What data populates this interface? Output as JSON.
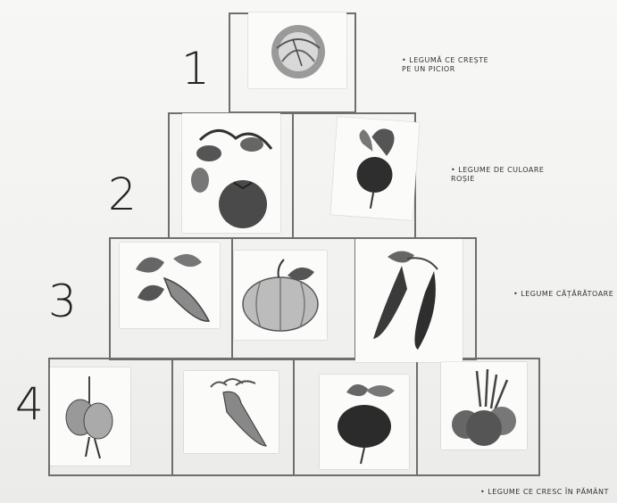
{
  "rows": [
    {
      "number": "1",
      "caption": "• LEGUMĂ CE CREȘTE\nPE UN PICIOR",
      "vegetables": [
        "cabbage-icon"
      ]
    },
    {
      "number": "2",
      "caption": "• LEGUME DE CULOARE\nROȘIE",
      "vegetables": [
        "tomato-icon",
        "radish-icon"
      ]
    },
    {
      "number": "3",
      "caption": "• LEGUME   CĂȚĂRĂTOARE",
      "vegetables": [
        "cucumber-icon",
        "pumpkin-icon",
        "peas-icon"
      ]
    },
    {
      "number": "4",
      "caption": "• LEGUME CE CRESC ÎN PĂMÂNT",
      "vegetables": [
        "garlic-icon",
        "carrot-icon",
        "beet-icon",
        "onion-icon"
      ]
    }
  ],
  "colors": {
    "frame": "#6e6e6e",
    "ink": "#222222",
    "paper": "#f4f4f2"
  }
}
